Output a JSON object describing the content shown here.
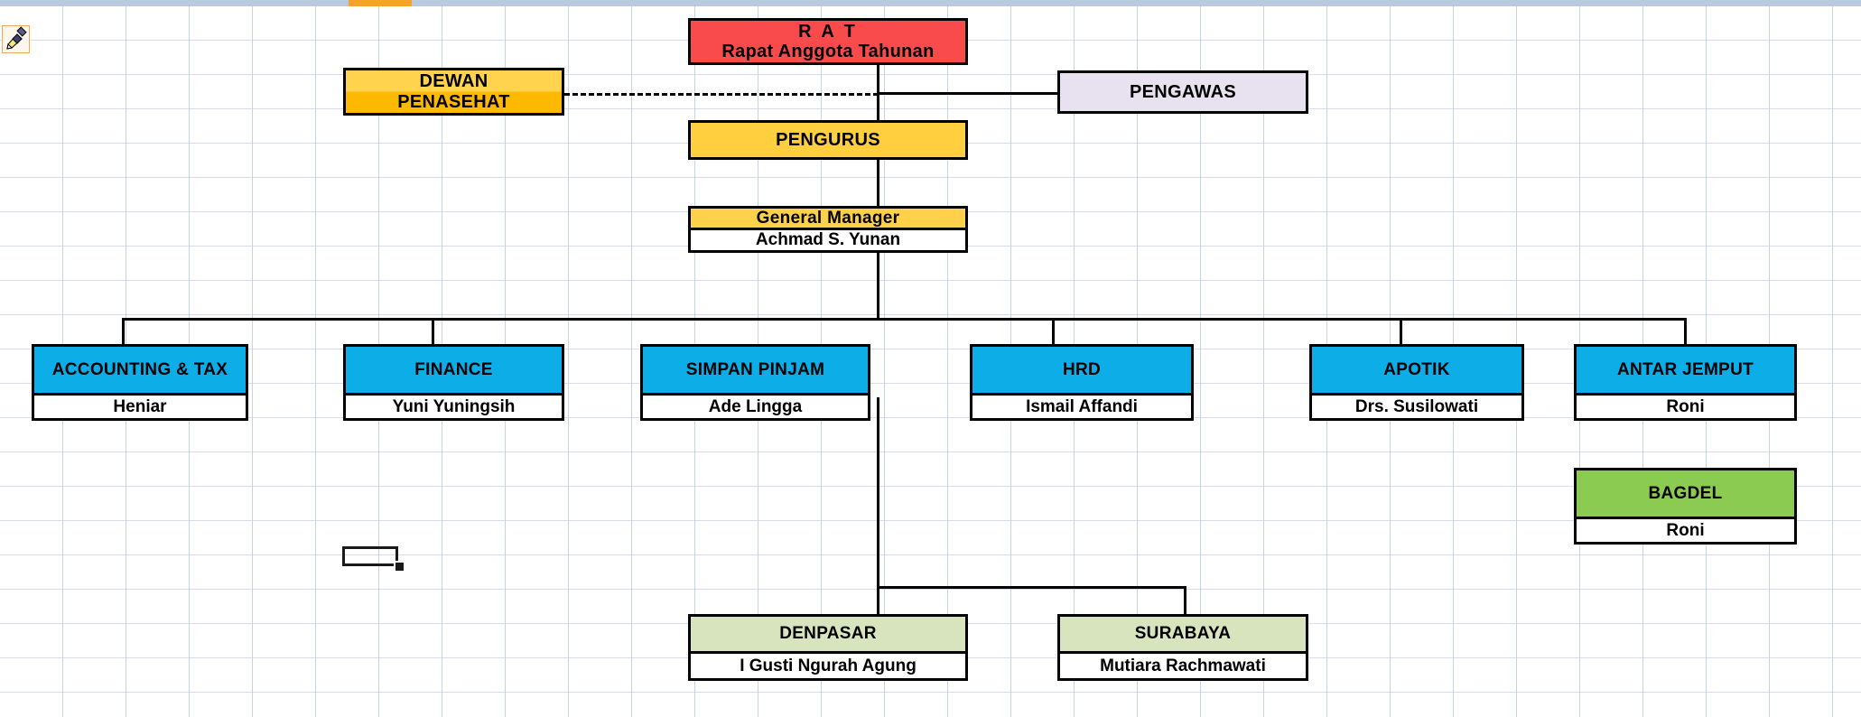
{
  "app": {
    "type": "spreadsheet-org-chart",
    "format_painter_icon": "paintbrush-icon",
    "active_column_marker": "orange-column-header"
  },
  "colors": {
    "rat": "#f94b4b",
    "dewan_penasehat": "#fcb900",
    "pengurus": "#ffcf3f",
    "pengawas": "#e8e2f0",
    "general_manager": "#ffd14a",
    "department": "#0dade8",
    "bagdel": "#8ccb51",
    "branch": "#d7e4bd",
    "name_box": "#ffffff",
    "border": "#000000",
    "grid_line": "#c7d2e4",
    "active_column": "#f7a228"
  },
  "chart": {
    "top": {
      "rat": {
        "line1": "R A T",
        "line2": "Rapat Anggota Tahunan"
      },
      "dewan_penasehat": {
        "line1": "DEWAN",
        "line2": "PENASEHAT"
      },
      "pengawas": {
        "label": "PENGAWAS"
      },
      "pengurus": {
        "label": "PENGURUS"
      },
      "general_manager": {
        "title": "General Manager",
        "name": "Achmad S. Yunan"
      }
    },
    "departments": [
      {
        "title": "ACCOUNTING & TAX",
        "name": "Heniar"
      },
      {
        "title": "FINANCE",
        "name": "Yuni Yuningsih"
      },
      {
        "title": "SIMPAN PINJAM",
        "name": "Ade Lingga"
      },
      {
        "title": "HRD",
        "name": "Ismail Affandi"
      },
      {
        "title": "APOTIK",
        "name": "Drs. Susilowati"
      },
      {
        "title": "ANTAR JEMPUT",
        "name": "Roni"
      }
    ],
    "support": [
      {
        "title": "BAGDEL",
        "name": "Roni"
      }
    ],
    "branches": [
      {
        "title": "DENPASAR",
        "name": "I Gusti Ngurah Agung"
      },
      {
        "title": "SURABAYA",
        "name": "Mutiara Rachmawati"
      }
    ]
  }
}
